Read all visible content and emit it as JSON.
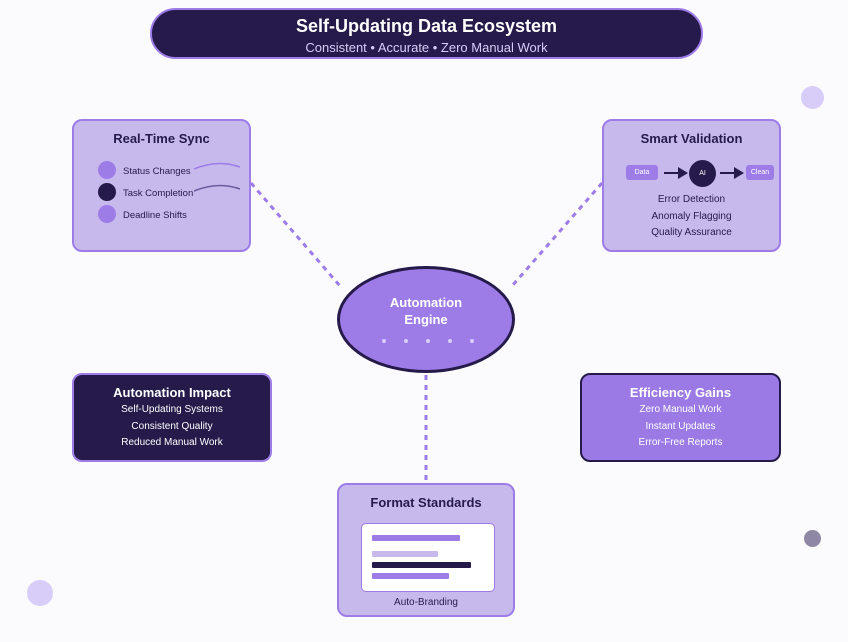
{
  "header": {
    "title": "Self-Updating Data Ecosystem",
    "subtitle": "Consistent • Accurate • Zero Manual Work"
  },
  "engine": {
    "title_line1": "Automation",
    "title_line2": "Engine"
  },
  "realtime_sync": {
    "title": "Real-Time Sync",
    "items": [
      "Status Changes",
      "Task Completion",
      "Deadline Shifts"
    ]
  },
  "smart_validation": {
    "title": "Smart Validation",
    "flow": {
      "input": "Data",
      "processor": "AI",
      "output": "Clean"
    },
    "items": [
      "Error Detection",
      "Anomaly Flagging",
      "Quality Assurance"
    ]
  },
  "automation_impact": {
    "title": "Automation Impact",
    "items": [
      "Self-Updating Systems",
      "Consistent Quality",
      "Reduced Manual Work"
    ]
  },
  "efficiency_gains": {
    "title": "Efficiency Gains",
    "items": [
      "Zero Manual Work",
      "Instant Updates",
      "Error-Free Reports"
    ]
  },
  "format_standards": {
    "title": "Format Standards",
    "caption": "Auto-Branding"
  },
  "colors": {
    "dark": "#251a4a",
    "accent": "#9d7ce8",
    "light": "#c8b9ed",
    "pale": "#d8cdf8",
    "gray": "#8e88a4"
  }
}
